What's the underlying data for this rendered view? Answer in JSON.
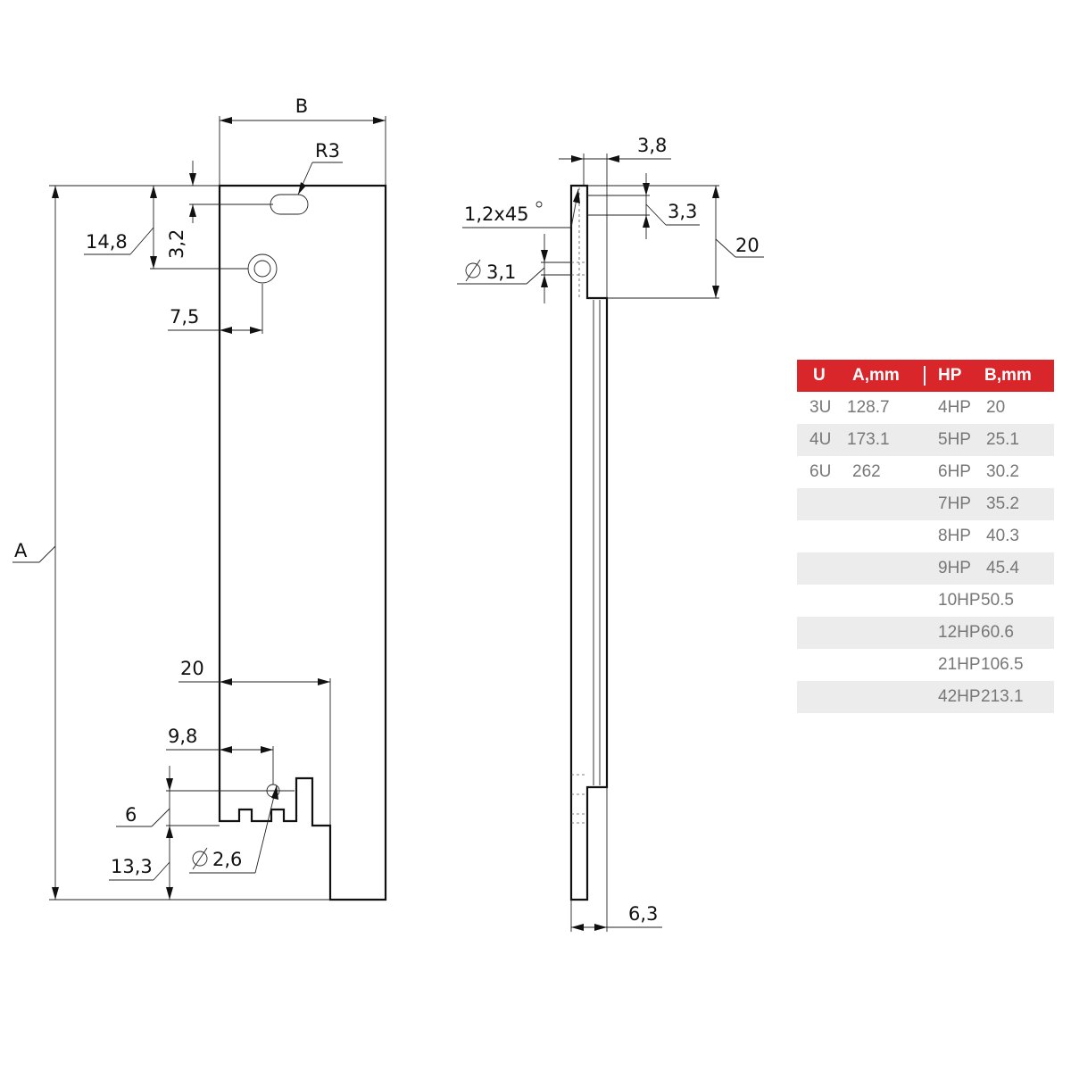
{
  "front_view": {
    "dim_b": "B",
    "dim_r3": "R3",
    "dim_14_8": "14,8",
    "dim_3_2": "3,2",
    "dim_7_5": "7,5",
    "dim_a": "A",
    "dim_20": "20",
    "dim_9_8": "9,8",
    "dim_6": "6",
    "dim_dia_2_6": "2,6",
    "dim_13_3": "13,3"
  },
  "side_view": {
    "dim_3_8": "3,8",
    "dim_chamfer": "1,2x45",
    "dim_3_3": "3,3",
    "dim_20": "20",
    "dim_dia_3_1": "3,1",
    "dim_6_3": "6,3"
  },
  "table": {
    "header": {
      "u": "U",
      "a": "A,mm",
      "hp": "HP",
      "b": "B,mm"
    },
    "header_color": "#d8262b",
    "rows": [
      {
        "u": "3U",
        "a": "128.7",
        "hp": "4HP",
        "b": "20"
      },
      {
        "u": "4U",
        "a": "173.1",
        "hp": "5HP",
        "b": "25.1"
      },
      {
        "u": "6U",
        "a": "262",
        "hp": "6HP",
        "b": "30.2"
      },
      {
        "u": "",
        "a": "",
        "hp": "7HP",
        "b": "35.2"
      },
      {
        "u": "",
        "a": "",
        "hp": "8HP",
        "b": "40.3"
      },
      {
        "u": "",
        "a": "",
        "hp": "9HP",
        "b": "45.4"
      },
      {
        "u": "",
        "a": "",
        "hp": "10HP",
        "b": "50.5"
      },
      {
        "u": "",
        "a": "",
        "hp": "12HP",
        "b": "60.6"
      },
      {
        "u": "",
        "a": "",
        "hp": "21HP",
        "b": "106.5"
      },
      {
        "u": "",
        "a": "",
        "hp": "42HP",
        "b": "213.1"
      }
    ]
  }
}
